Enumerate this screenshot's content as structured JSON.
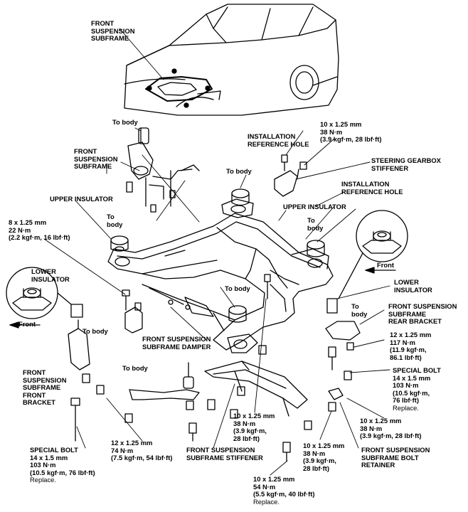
{
  "labels": {
    "fs_subframe_top": "FRONT\nSUSPENSION\nSUBFRAME",
    "to_body_1": "To body",
    "fs_subframe_left": "FRONT\nSUSPENSION\nSUBFRAME",
    "upper_ins_left": "UPPER INSULATOR",
    "bolt_8": "8 x 1.25 mm\n22 N·m\n(2.2 kgf·m, 16 lbf·ft)",
    "to_body_2": "To\nbody",
    "lower_ins_left": "LOWER\nINSULATOR",
    "front_left": "Front",
    "to_body_3": "To body",
    "fs_front_bracket": "FRONT\nSUSPENSION\nSUBFRAME\nFRONT\nBRACKET",
    "to_body_4": "To body",
    "damper": "FRONT SUSPENSION\nSUBFRAME DAMPER",
    "to_body_5": "To body",
    "to_body_6": "To body",
    "install_ref_1": "INSTALLATION\nREFERENCE HOLE",
    "bolt_10_top": "10 x 1.25 mm\n38 N·m\n(3.9 kgf·m, 28 lbf·ft)",
    "steering_stiffener": "STEERING GEARBOX\nSTIFFENER",
    "install_ref_2": "INSTALLATION\nREFERENCE HOLE",
    "upper_ins_right": "UPPER INSULATOR",
    "to_body_7": "To\nbody",
    "front_right": "Front",
    "lower_ins_right": "LOWER\nINSULATOR",
    "to_body_8": "To\nbody",
    "rear_bracket": "FRONT SUSPENSION\nSUBFRAME\nREAR BRACKET",
    "bolt_12_117": "12 x 1.25 mm\n117 N·m\n(11.9 kgf·m,\n86.1 lbf·ft)",
    "special_bolt_right": "SPECIAL BOLT\n14 x 1.5 mm\n103 N·m\n(10.5 kgf·m,\n76 lbf·ft)",
    "replace_1": "Replace.",
    "bolt_10_right": "10 x 1.25 mm\n38 N·m\n(3.9 kgf·m, 28 lbf·ft)",
    "retainer": "FRONT SUSPENSION\nSUBFRAME BOLT\nRETAINER",
    "bolt_10_mid_a": "10 x 1.25 mm\n38 N·m\n(3.9 kgf·m,\n28 lbf·ft)",
    "bolt_10_mid_b": "10 x 1.25 mm\n38 N·m\n(3.9 kgf·m,\n28 lbf·ft)",
    "bolt_12_74": "12 x 1.25 mm\n74 N·m\n(7.5 kgf·m, 54 lbf·ft)",
    "stiffener_label": "FRONT SUSPENSION\nSUBFRAME STIFFENER",
    "special_bolt_left": "SPECIAL BOLT\n14 x 1.5 mm\n103 N·m\n(10.5 kgf·m, 76 lbf·ft)",
    "replace_2": "Replace.",
    "bolt_10_bottom": "10 x 1.25 mm\n54 N·m\n(5.5 kgf·m, 40 lbf·ft)",
    "replace_3": "Replace."
  }
}
